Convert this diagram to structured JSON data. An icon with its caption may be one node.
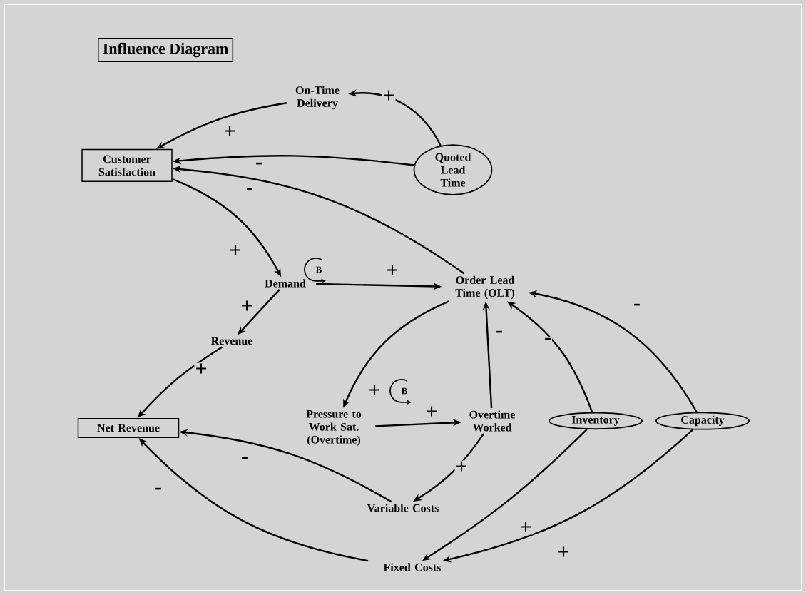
{
  "diagram": {
    "title": "Influence Diagram",
    "nodes": [
      {
        "text": [
          "On-Time Delivery"
        ]
      },
      {
        "text": [
          "Customer Satisfaction"
        ]
      },
      {
        "text": [
          "Quoted Lead Time"
        ]
      },
      {
        "text": [
          "Demand"
        ]
      },
      {
        "text": [
          "Order Lead Time (OLT)"
        ]
      },
      {
        "text": [
          "Revenue"
        ]
      },
      {
        "text": [
          "Net Revenue"
        ]
      },
      {
        "text": [
          "Pressure to Work Sat. (Overtime)"
        ]
      },
      {
        "text": [
          "Overtime Worked"
        ]
      },
      {
        "text": [
          "Inventory"
        ]
      },
      {
        "text": [
          "Capacity"
        ]
      },
      {
        "text": [
          "Variable Costs"
        ]
      },
      {
        "text": [
          "Fixed Costs"
        ]
      }
    ],
    "edges": [
      {
        "from": 0,
        "to": 1,
        "arrow": "to",
        "label": "+"
      },
      {
        "from": 2,
        "to": 0,
        "arrow": "to",
        "label": "+"
      },
      {
        "from": 2,
        "to": 1,
        "arrow": "to",
        "label": "-"
      },
      {
        "from": 4,
        "to": 1,
        "arrow": "to",
        "label": "-"
      },
      {
        "from": 1,
        "to": 3,
        "arrow": "to",
        "label": "+"
      },
      {
        "from": 3,
        "to": 4,
        "arrow": "to",
        "label": "+"
      },
      {
        "from": 3,
        "to": 5,
        "arrow": "to",
        "label": "+"
      },
      {
        "from": 5,
        "to": 6,
        "arrow": "to",
        "label": "+"
      },
      {
        "from": 4,
        "to": 7,
        "arrow": "to",
        "label": "+"
      },
      {
        "from": 7,
        "to": 8,
        "arrow": "to",
        "label": "+"
      },
      {
        "from": 8,
        "to": 4,
        "arrow": "to",
        "label": "-"
      },
      {
        "from": 9,
        "to": 4,
        "arrow": "to",
        "label": "-"
      },
      {
        "from": 10,
        "to": 4,
        "arrow": "to",
        "label": "-"
      },
      {
        "from": 8,
        "to": 11,
        "arrow": "to",
        "label": "+"
      },
      {
        "from": 11,
        "to": 6,
        "arrow": "to",
        "label": "-"
      },
      {
        "from": 12,
        "to": 6,
        "arrow": "to",
        "label": "-"
      },
      {
        "from": 9,
        "to": 12,
        "arrow": "to",
        "label": "+"
      },
      {
        "from": 10,
        "to": 12,
        "arrow": "to",
        "label": "+"
      }
    ],
    "labels": [
      "B",
      "B"
    ]
  }
}
